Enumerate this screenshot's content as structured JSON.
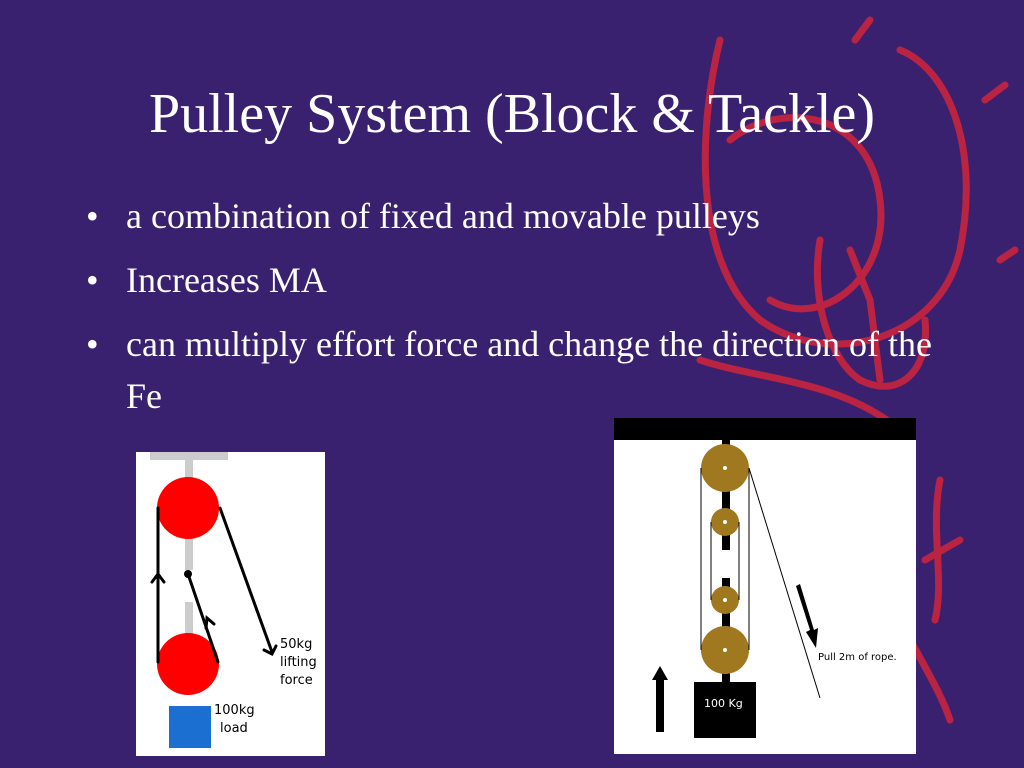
{
  "slide": {
    "title": "Pulley System (Block & Tackle)",
    "bullets": [
      "a combination of fixed and movable pulleys",
      "Increases MA",
      "can multiply effort force and change the direction of the Fe"
    ],
    "bullet_glyph": "•"
  },
  "left_diagram": {
    "effort_label": [
      "50kg",
      "lifting",
      "force"
    ],
    "load_label": [
      "100kg",
      "load"
    ]
  },
  "right_diagram": {
    "pull_label": "Pull 2m of rope.",
    "load_label": "100 Kg"
  },
  "colors": {
    "background": "#3a2170",
    "decoration": "#c8243c",
    "left_pulley": "#ff0000",
    "left_load": "#1a6fd1",
    "right_pulley": "#a07820",
    "support_bar": "#cccccc"
  }
}
